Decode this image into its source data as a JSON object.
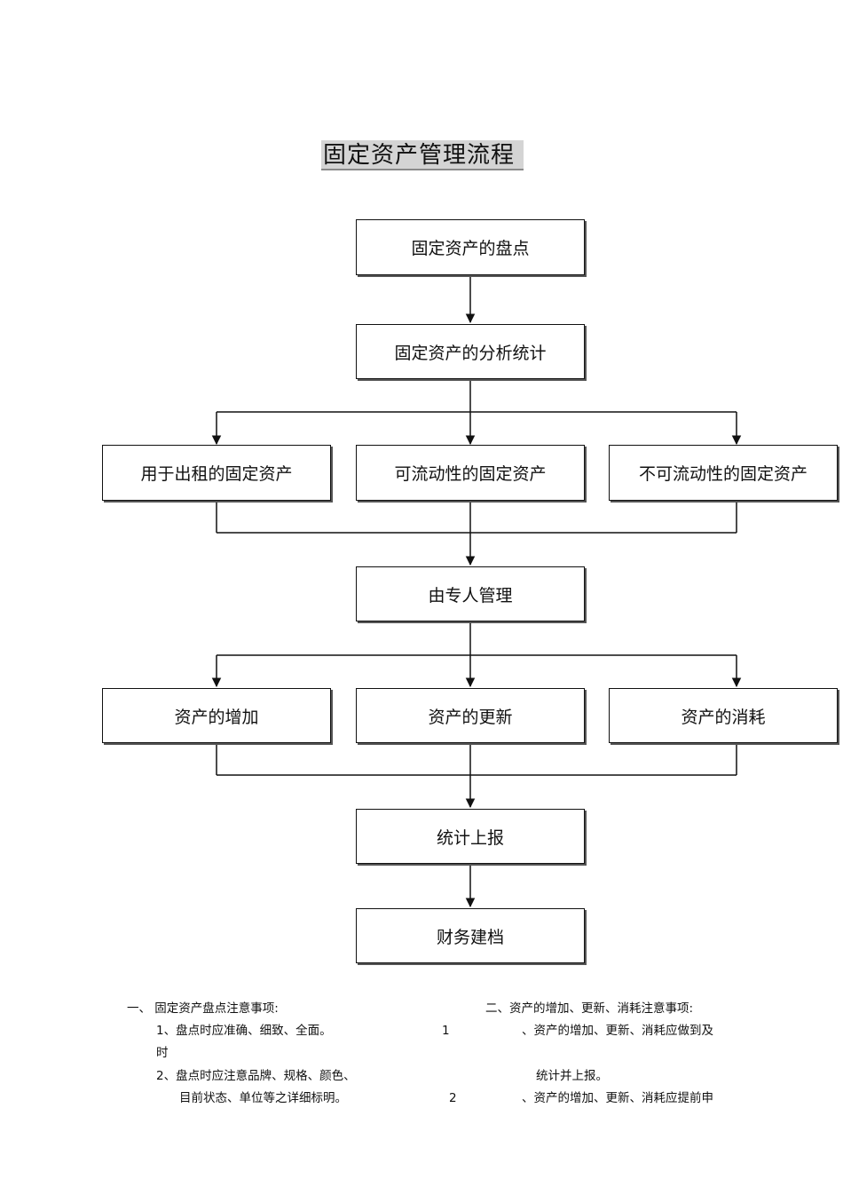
{
  "title": "固定资产管理流程",
  "nodes": {
    "inventory": "固定资产的盘点",
    "analysis": "固定资产的分析统计",
    "leased": "用于出租的固定资产",
    "liquid": "可流动性的固定资产",
    "non_liquid": "不可流动性的固定资产",
    "managed": "由专人管理",
    "increase": "资产的增加",
    "update": "资产的更新",
    "consume": "资产的消耗",
    "report": "统计上报",
    "archive": "财务建档"
  },
  "notes": {
    "left": {
      "heading": "一、  固定资产盘点注意事项:",
      "item1": "1、盘点时应准确、细致、全面。",
      "item1_wrap": "时",
      "item2": "2、盘点时应注意品牌、规格、颜色、",
      "item2_cont": "目前状态、单位等之详细标明。"
    },
    "right": {
      "heading": "二、资产的增加、更新、消耗注意事项:",
      "num1": "1",
      "item1": "、资产的增加、更新、消耗应做到及",
      "item1_cont": "统计并上报。",
      "num2": "2",
      "item2": "、资产的增加、更新、消耗应提前申"
    }
  }
}
